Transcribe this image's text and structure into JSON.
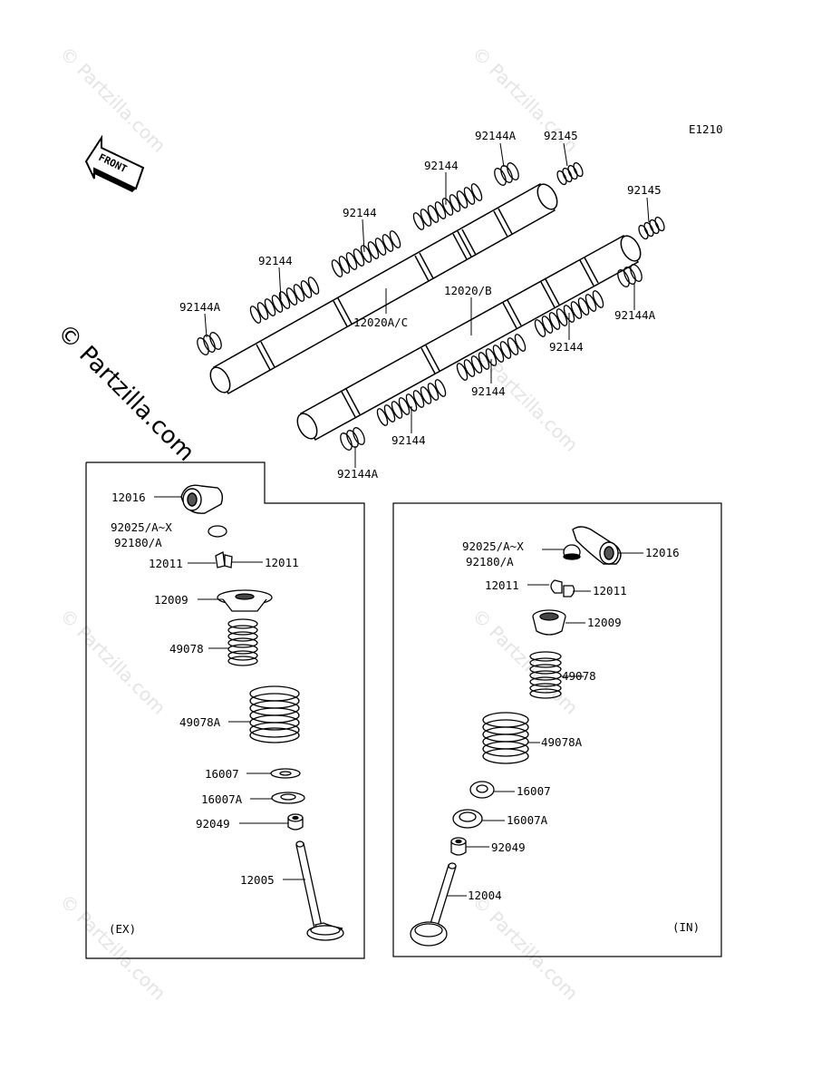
{
  "diagram_code": "E1210",
  "front_label": "FRONT",
  "watermark": "© Partzilla.com",
  "watermark_main": "© Partzilla.com",
  "camshaft_labels": {
    "spring_a_top": "92144A",
    "spring_92145_top": "92145",
    "spring_92145_right": "92145",
    "spring_top_mid": "92144",
    "spring_top_left_mid": "92144",
    "spring_top_left": "92144",
    "spring_a_left": "92144A",
    "shaft_ac": "12020A/C",
    "shaft_b": "12020/B",
    "spring_a_right": "92144A",
    "spring_lower_right": "92144",
    "spring_lower_mid": "92144",
    "spring_lower_left": "92144",
    "spring_a_bottom": "92144A"
  },
  "exhaust_panel": {
    "tag": "(EX)",
    "rocker_arm": "12016",
    "shim_1": "92025/A~X",
    "shim_2": "92180/A",
    "keeper_left": "12011",
    "keeper_right": "12011",
    "retainer": "12009",
    "inner_spring": "49078",
    "outer_spring": "49078A",
    "seat": "16007",
    "seat_a": "16007A",
    "seal": "92049",
    "valve": "12005"
  },
  "intake_panel": {
    "tag": "(IN)",
    "rocker_arm": "12016",
    "shim_1": "92025/A~X",
    "shim_2": "92180/A",
    "keeper_left": "12011",
    "keeper_right": "12011",
    "retainer": "12009",
    "inner_spring": "49078",
    "outer_spring": "49078A",
    "seat": "16007",
    "seat_a": "16007A",
    "seal": "92049",
    "valve": "12004"
  }
}
